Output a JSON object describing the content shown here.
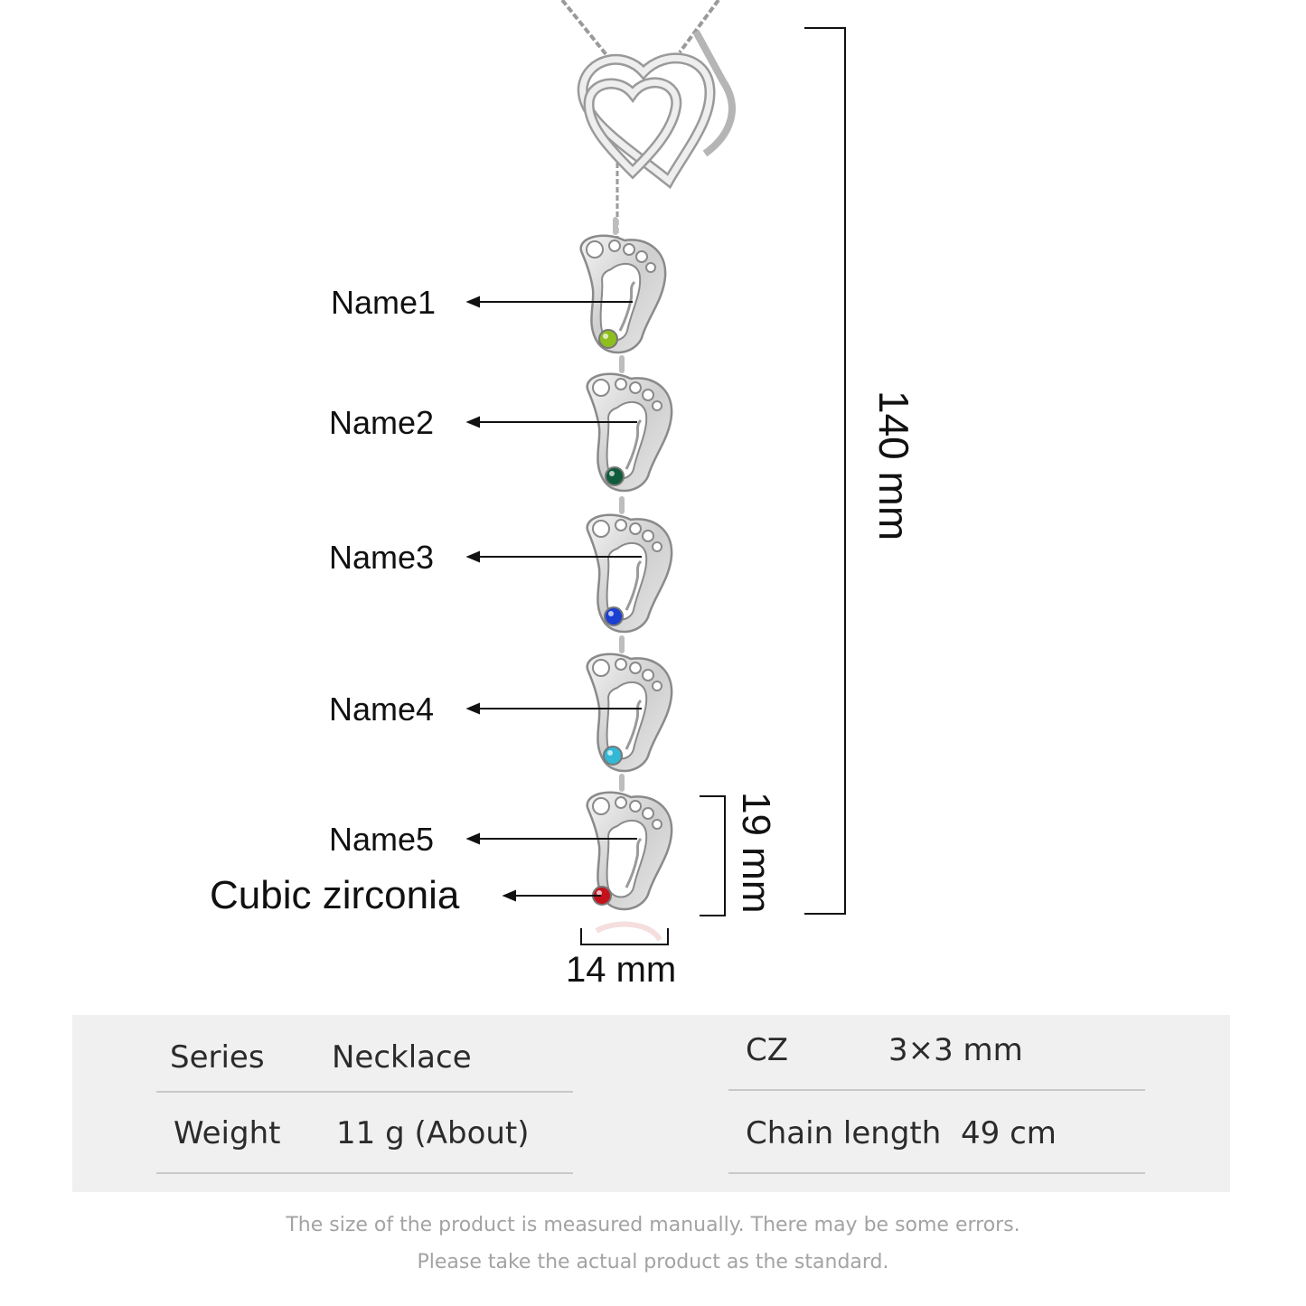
{
  "callouts": {
    "name1": "Name1",
    "name2": "Name2",
    "name3": "Name3",
    "name4": "Name4",
    "name5": "Name5",
    "stone": "Cubic zirconia"
  },
  "dimensions": {
    "total_length": "140 mm",
    "charm_height": "19 mm",
    "charm_width": "14 mm"
  },
  "specs": {
    "series_label": "Series",
    "series_value": "Necklace",
    "weight_label": "Weight",
    "weight_value": "11 g (About)",
    "cz_label": "CZ",
    "cz_value": "3×3 mm",
    "chain_label": "Chain length",
    "chain_value": "49 cm"
  },
  "notes": {
    "line1": "The size of the product is measured manually. There may be some errors.",
    "line2": "Please take the actual product as the standard."
  },
  "colors": {
    "stone_1": "#8fbf1f",
    "stone_2": "#0f5b3a",
    "stone_3": "#1a3fd1",
    "stone_4": "#31b9d6",
    "stone_5": "#c4121c",
    "silver": "#d7d7d7",
    "silver_outline": "#8a8a8a"
  }
}
